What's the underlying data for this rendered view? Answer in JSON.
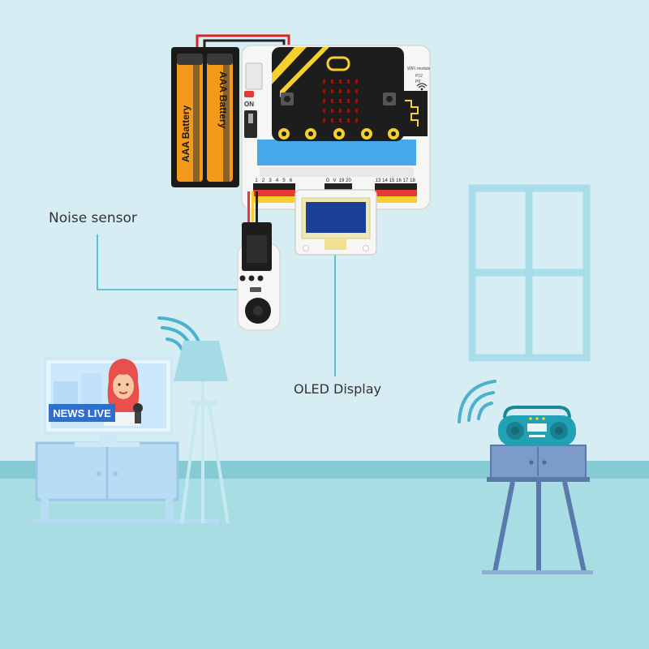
{
  "labels": {
    "noise_sensor": "Noise sensor",
    "oled_display": "OLED Display"
  },
  "battery": {
    "label_1": "AAA Battery",
    "label_2": "AAA Battery"
  },
  "board": {
    "on_label": "ON",
    "module_label": "WIFI module",
    "pin_label_a": "P12",
    "pin_label_b": "P8",
    "pin_numbers_left": [
      "1",
      "2",
      "3",
      "4",
      "5",
      "6"
    ],
    "pin_numbers_mid": [
      "G",
      "V",
      "19",
      "20"
    ],
    "pin_numbers_right": [
      "13",
      "14",
      "15",
      "16",
      "17",
      "18"
    ]
  },
  "tv": {
    "banner": "NEWS LIVE"
  },
  "colors": {
    "wall": "#d6eef3",
    "floor": "#a9dde4",
    "baseboard": "#7fc6cf",
    "furniture": "#8fb0d6",
    "lamp": "#a5dbe6",
    "boombox": "#21a1b4",
    "news_banner": "#2f6fc9",
    "microbit": "#1d1d1d",
    "accent_yellow": "#f6d02f",
    "battery_orange": "#f39a1b"
  }
}
